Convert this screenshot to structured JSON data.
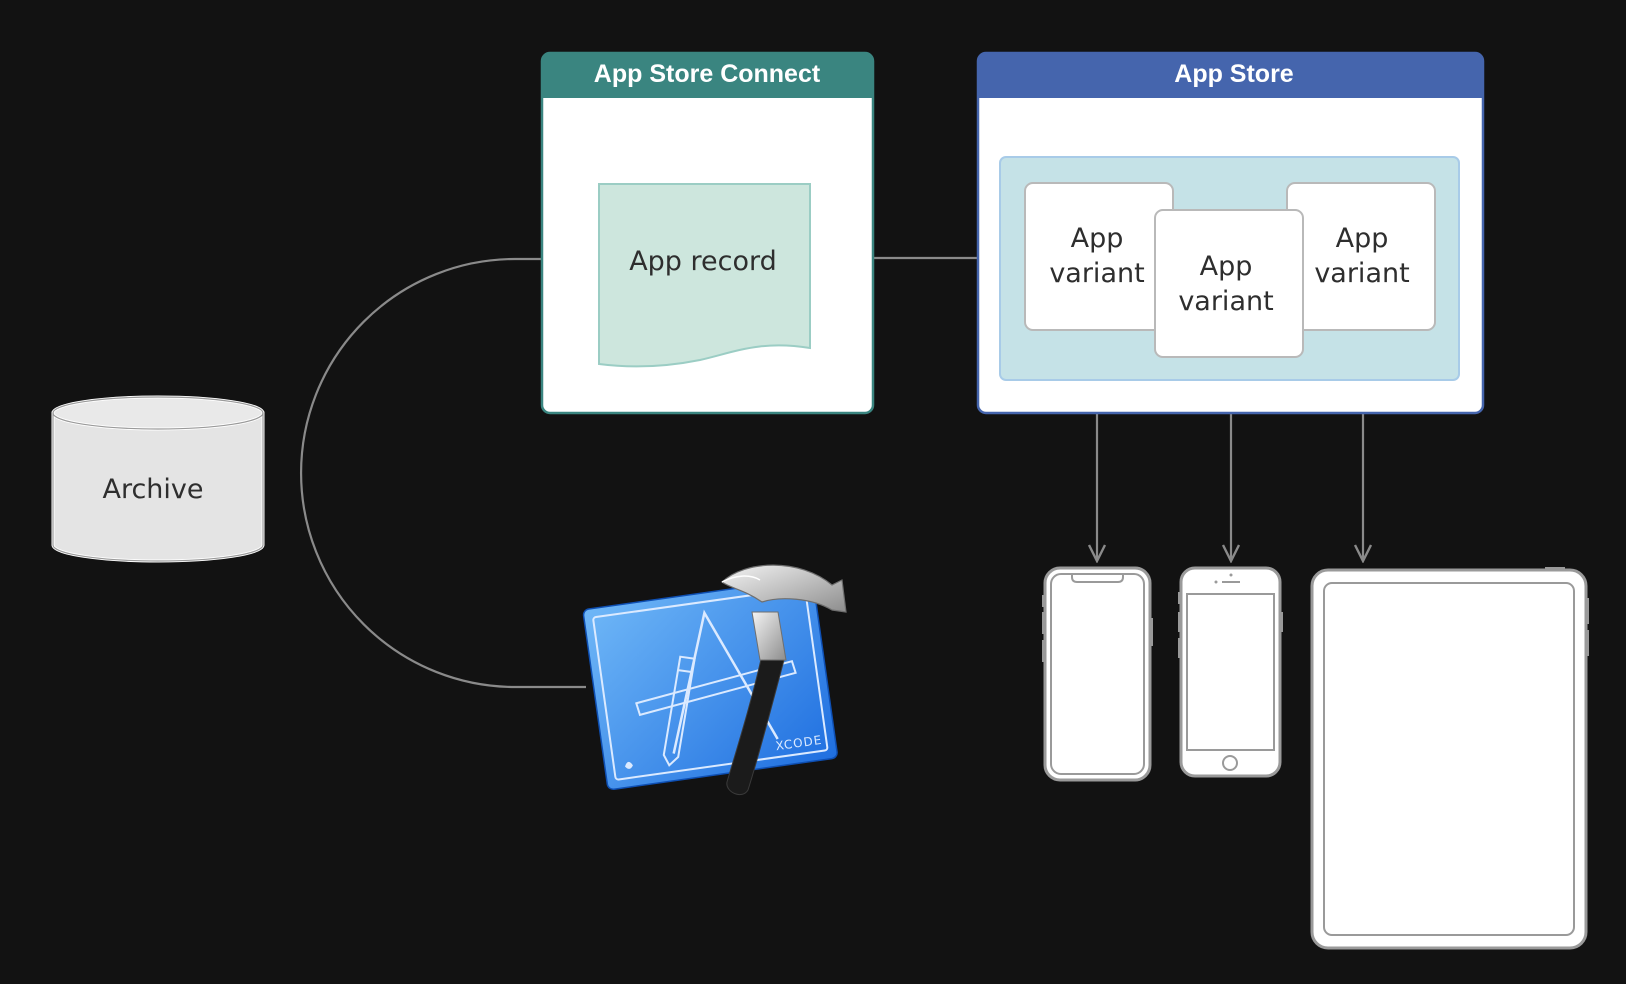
{
  "panels": {
    "connect": {
      "title": "App Store Connect"
    },
    "store": {
      "title": "App Store"
    }
  },
  "nodes": {
    "archive": "Archive",
    "app_record": "App record",
    "variant_1": {
      "line1": "App",
      "line2": "variant"
    },
    "variant_2": {
      "line1": "App",
      "line2": "variant"
    },
    "variant_3": {
      "line1": "App",
      "line2": "variant"
    }
  },
  "xcode": {
    "icon": "xcode-icon",
    "tag": "XCODE"
  },
  "devices": [
    "iphone-notch-icon",
    "iphone-home-button-icon",
    "ipad-icon"
  ],
  "colors": {
    "background": "#121212",
    "connect_header": "#3a8580",
    "store_header": "#4565ad",
    "record_fill": "#cde6dd",
    "variant_area": "#c5e2e7",
    "connector": "#8a8a8a"
  }
}
